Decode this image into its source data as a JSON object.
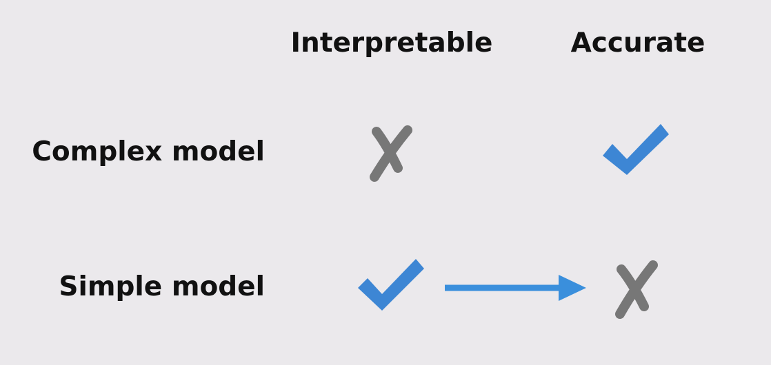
{
  "columns": {
    "interpretable": "Interpretable",
    "accurate": "Accurate"
  },
  "rows": {
    "complex": {
      "label": "Complex model",
      "interpretable": "cross-icon",
      "accurate": "check-icon"
    },
    "simple": {
      "label": "Simple model",
      "interpretable": "check-icon",
      "accurate": "cross-icon"
    }
  },
  "connector": "arrow-right-icon",
  "colors": {
    "background": "#ebe9ec",
    "check": "#3d86d4",
    "cross": "#777777",
    "arrow": "#3a8fdc",
    "text": "#111111"
  }
}
